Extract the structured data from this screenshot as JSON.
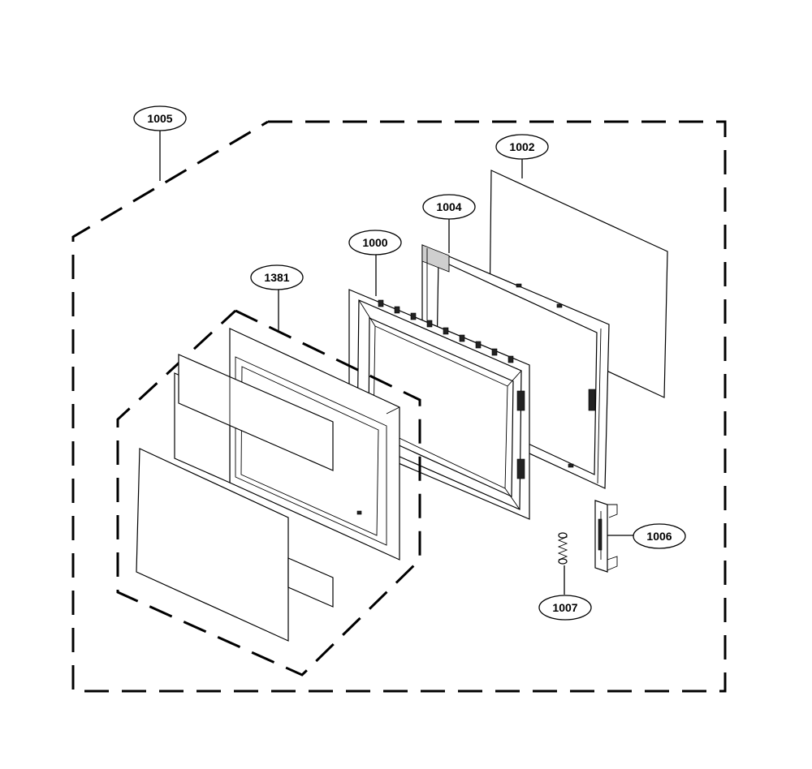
{
  "diagram": {
    "callouts": [
      {
        "id": "1005",
        "label": "1005"
      },
      {
        "id": "1002",
        "label": "1002"
      },
      {
        "id": "1004",
        "label": "1004"
      },
      {
        "id": "1000",
        "label": "1000"
      },
      {
        "id": "1381",
        "label": "1381"
      },
      {
        "id": "1006",
        "label": "1006"
      },
      {
        "id": "1007",
        "label": "1007"
      }
    ]
  }
}
